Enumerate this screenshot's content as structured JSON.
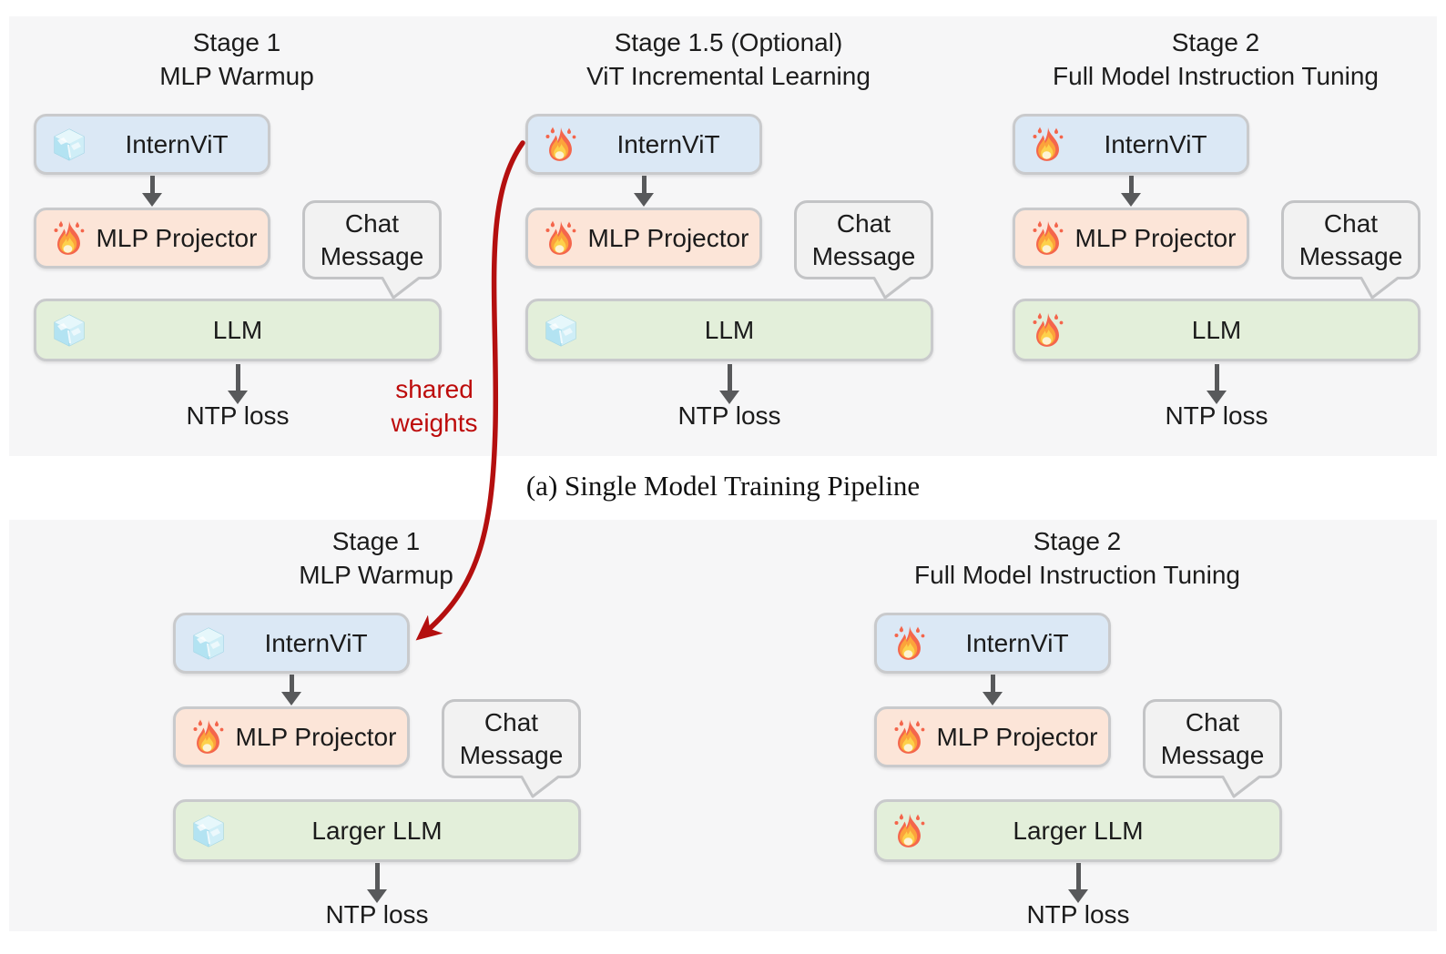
{
  "figure": {
    "caption": "(a) Single Model Training Pipeline",
    "shared_weights": {
      "line1": "shared",
      "line2": "weights"
    }
  },
  "colors": {
    "panel_bg": "#f6f6f7",
    "internvit_box": "#dbe8f5",
    "mlp_projector_box": "#fce5d8",
    "llm_box": "#e3efda",
    "chat_bubble": "#f2f2f2",
    "box_border": "#c9cacc",
    "flow_arrow": "#58595b",
    "shared_weights_red": "#b40f0f",
    "text": "#1b1b1b"
  },
  "columns": {
    "s1": {
      "title1": "Stage 1",
      "title2": "MLP Warmup",
      "vit": {
        "label": "InternViT",
        "icon": "ice-cube-icon",
        "state": "frozen"
      },
      "proj": {
        "label": "MLP Projector",
        "icon": "fire-icon",
        "state": "trainable"
      },
      "llm": {
        "label": "LLM",
        "icon": "ice-cube-icon",
        "state": "frozen"
      },
      "chat": {
        "line1": "Chat",
        "line2": "Message"
      },
      "loss": "NTP loss"
    },
    "s15": {
      "title1": "Stage 1.5 (Optional)",
      "title2": "ViT Incremental Learning",
      "vit": {
        "label": "InternViT",
        "icon": "fire-icon",
        "state": "trainable"
      },
      "proj": {
        "label": "MLP Projector",
        "icon": "fire-icon",
        "state": "trainable"
      },
      "llm": {
        "label": "LLM",
        "icon": "ice-cube-icon",
        "state": "frozen"
      },
      "chat": {
        "line1": "Chat",
        "line2": "Message"
      },
      "loss": "NTP loss"
    },
    "s2": {
      "title1": "Stage 2",
      "title2": "Full Model Instruction Tuning",
      "vit": {
        "label": "InternViT",
        "icon": "fire-icon",
        "state": "trainable"
      },
      "proj": {
        "label": "MLP Projector",
        "icon": "fire-icon",
        "state": "trainable"
      },
      "llm": {
        "label": "LLM",
        "icon": "fire-icon",
        "state": "trainable"
      },
      "chat": {
        "line1": "Chat",
        "line2": "Message"
      },
      "loss": "NTP loss"
    },
    "b1": {
      "title1": "Stage 1",
      "title2": "MLP Warmup",
      "vit": {
        "label": "InternViT",
        "icon": "ice-cube-icon",
        "state": "frozen"
      },
      "proj": {
        "label": "MLP Projector",
        "icon": "fire-icon",
        "state": "trainable"
      },
      "llm": {
        "label": "Larger LLM",
        "icon": "ice-cube-icon",
        "state": "frozen"
      },
      "chat": {
        "line1": "Chat",
        "line2": "Message"
      },
      "loss": "NTP loss"
    },
    "b2": {
      "title1": "Stage 2",
      "title2": "Full Model Instruction Tuning",
      "vit": {
        "label": "InternViT",
        "icon": "fire-icon",
        "state": "trainable"
      },
      "proj": {
        "label": "MLP Projector",
        "icon": "fire-icon",
        "state": "trainable"
      },
      "llm": {
        "label": "Larger LLM",
        "icon": "fire-icon",
        "state": "trainable"
      },
      "chat": {
        "line1": "Chat",
        "line2": "Message"
      },
      "loss": "NTP loss"
    }
  }
}
